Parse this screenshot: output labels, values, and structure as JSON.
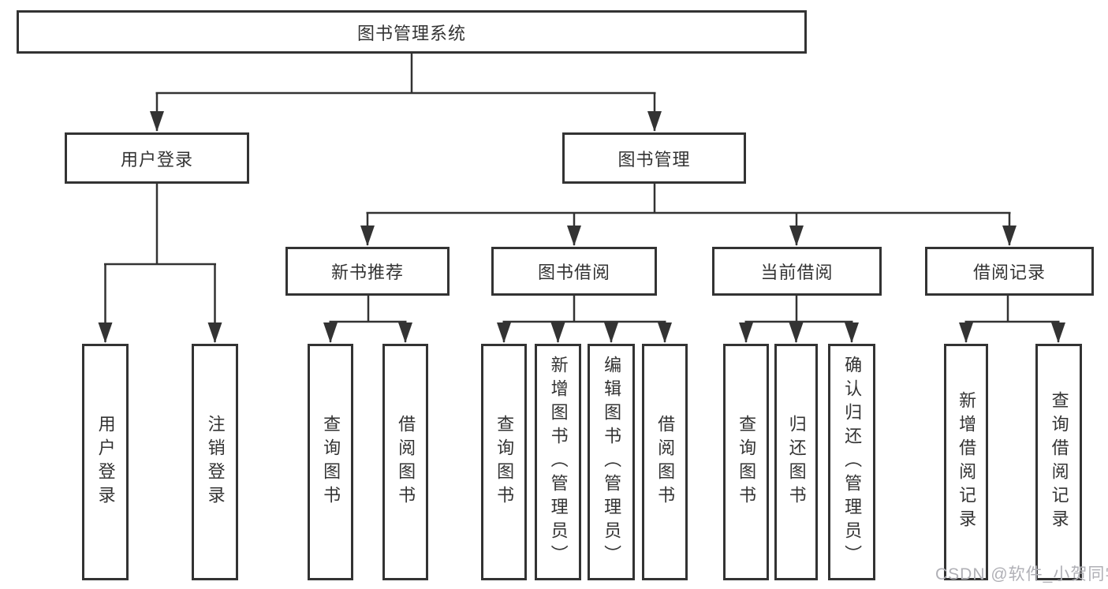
{
  "colors": {
    "line": "#333333",
    "text": "#333333",
    "watermark": "#b0b0b6",
    "background": "#ffffff"
  },
  "watermark": "CSDN @软件_小贺同学",
  "tree": {
    "root": "图书管理系统",
    "branches": [
      {
        "label": "用户登录",
        "children": [
          "用户登录",
          "注销登录"
        ]
      },
      {
        "label": "图书管理",
        "groups": [
          {
            "label": "新书推荐",
            "children": [
              "查询图书",
              "借阅图书"
            ]
          },
          {
            "label": "图书借阅",
            "children": [
              "查询图书",
              "新增图书（管理员）",
              "编辑图书（管理员）",
              "借阅图书"
            ]
          },
          {
            "label": "当前借阅",
            "children": [
              "查询图书",
              "归还图书",
              "确认归还（管理员）"
            ]
          },
          {
            "label": "借阅记录",
            "children": [
              "新增借阅记录",
              "查询借阅记录"
            ]
          }
        ]
      }
    ]
  }
}
